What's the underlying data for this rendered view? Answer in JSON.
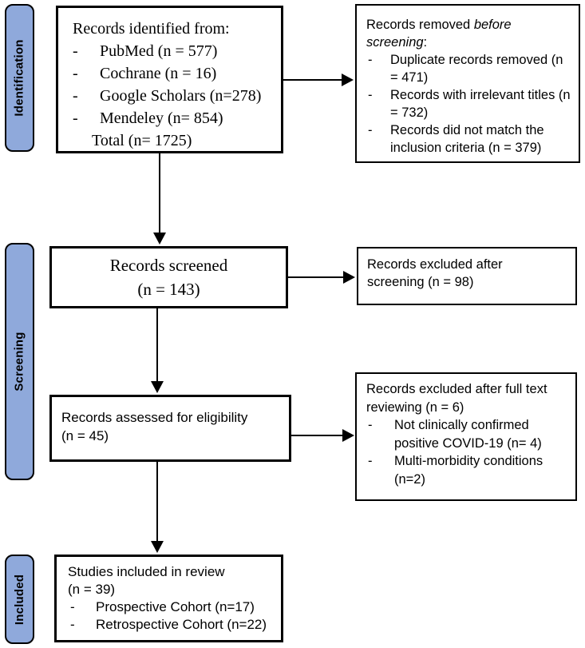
{
  "colors": {
    "stage_bg": "#8FA9DB",
    "line_color": "#000000"
  },
  "bullet": "-",
  "stages": {
    "identification": "Identification",
    "screening": "Screening",
    "included": "Included"
  },
  "identified": {
    "title": "Records identified from:",
    "items": [
      "PubMed (n = 577)",
      "Cochrane (n = 16)",
      "Google Scholars (n=278)",
      "Mendeley (n= 854)"
    ],
    "total": "Total (n= 1725)"
  },
  "removed_before_screening": {
    "title_normal_1": "Records removed ",
    "title_italic_1": "before",
    "title_italic_2": "screening",
    "title_normal_2": ":",
    "items": [
      "Duplicate records removed (n = 471)",
      "Records with irrelevant titles (n = 732)",
      "Records did not match the inclusion criteria (n = 379)"
    ]
  },
  "screened": {
    "line1": "Records screened",
    "line2": "(n = 143)"
  },
  "excluded_after_screening": {
    "line1": "Records excluded after",
    "line2": "screening (n = 98)"
  },
  "assessed": {
    "line1": "Records assessed for eligibility",
    "line2": "(n = 45)"
  },
  "excluded_full_text": {
    "title_line1": "Records excluded after full text",
    "title_line2": "reviewing (n = 6)",
    "items": [
      "Not clinically confirmed positive COVID-19 (n= 4)",
      "Multi-morbidity conditions (n=2)"
    ]
  },
  "included_box": {
    "line1": "Studies included in review",
    "line2": "(n = 39)",
    "items": [
      "Prospective Cohort (n=17)",
      "Retrospective Cohort (n=22)"
    ]
  }
}
